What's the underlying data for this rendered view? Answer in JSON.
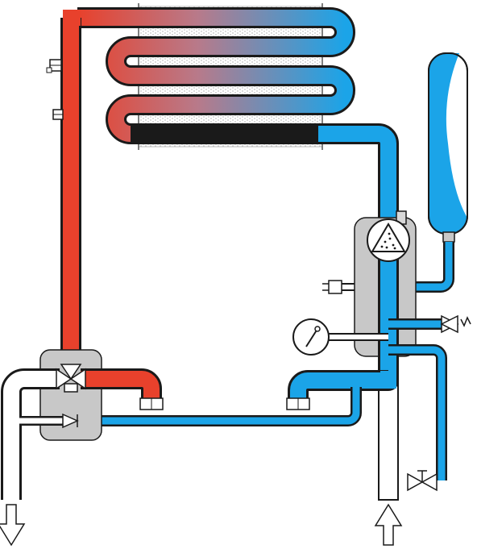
{
  "diagram": {
    "colors": {
      "hot": "#e8412c",
      "cold": "#1ba4e8",
      "neutral_pipe": "#ffffff",
      "component_body": "#c8c8c8",
      "outline": "#1a1a1a",
      "fins": "#b8b8b8"
    },
    "components": [
      {
        "name": "heat-exchanger",
        "icon": "finned-coil-icon"
      },
      {
        "name": "expansion-vessel",
        "icon": "expansion-tank-icon"
      },
      {
        "name": "circulation-pump",
        "icon": "pump-icon"
      },
      {
        "name": "pressure-gauge",
        "icon": "gauge-icon"
      },
      {
        "name": "three-way-valve",
        "icon": "three-way-valve-icon"
      },
      {
        "name": "safety-valve",
        "icon": "safety-valve-icon"
      },
      {
        "name": "drain-valve",
        "icon": "drain-valve-icon"
      },
      {
        "name": "electrical-connection",
        "icon": "plug-icon"
      },
      {
        "name": "flow-outlet-arrow",
        "icon": "arrow-down-icon"
      },
      {
        "name": "return-inlet-arrow",
        "icon": "arrow-up-icon"
      }
    ]
  }
}
